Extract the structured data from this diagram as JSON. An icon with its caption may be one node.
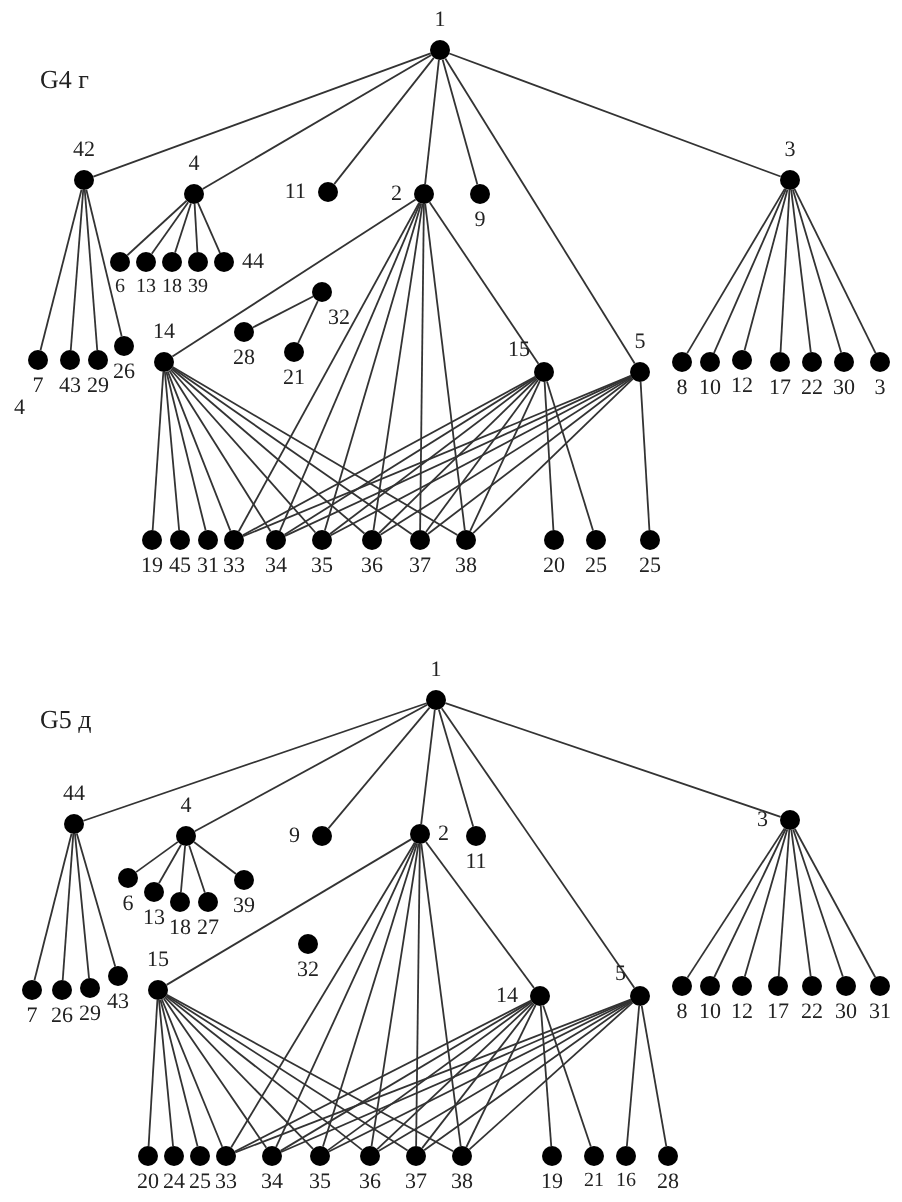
{
  "diagram": {
    "nodes": [
      {
        "text": [
          "1"
        ]
      },
      {
        "text": [
          "42"
        ]
      },
      {
        "text": [
          "4"
        ]
      },
      {
        "text": [
          "11"
        ]
      },
      {
        "text": [
          "2"
        ]
      },
      {
        "text": [
          "9"
        ]
      },
      {
        "text": [
          "3"
        ]
      },
      {
        "text": [
          "6"
        ]
      },
      {
        "text": [
          "13"
        ]
      },
      {
        "text": [
          "18"
        ]
      },
      {
        "text": [
          "39"
        ]
      },
      {
        "text": [
          "44"
        ]
      },
      {
        "text": [
          "7"
        ]
      },
      {
        "text": [
          "43"
        ]
      },
      {
        "text": [
          "29"
        ]
      },
      {
        "text": [
          "26"
        ]
      },
      {
        "text": [
          "32"
        ]
      },
      {
        "text": [
          "28"
        ]
      },
      {
        "text": [
          "21"
        ]
      },
      {
        "text": [
          "14"
        ]
      },
      {
        "text": [
          "15"
        ]
      },
      {
        "text": [
          "5"
        ]
      },
      {
        "text": [
          "8"
        ]
      },
      {
        "text": [
          "10"
        ]
      },
      {
        "text": [
          "12"
        ]
      },
      {
        "text": [
          "17"
        ]
      },
      {
        "text": [
          "22"
        ]
      },
      {
        "text": [
          "30"
        ]
      },
      {
        "text": [
          "3"
        ]
      },
      {
        "text": [
          "19"
        ]
      },
      {
        "text": [
          "45"
        ]
      },
      {
        "text": [
          "31"
        ]
      },
      {
        "text": [
          "33"
        ]
      },
      {
        "text": [
          "34"
        ]
      },
      {
        "text": [
          "35"
        ]
      },
      {
        "text": [
          "36"
        ]
      },
      {
        "text": [
          "37"
        ]
      },
      {
        "text": [
          "38"
        ]
      },
      {
        "text": [
          "20"
        ]
      },
      {
        "text": [
          "25"
        ]
      },
      {
        "text": [
          "25"
        ]
      },
      {
        "text": [
          "1"
        ]
      },
      {
        "text": [
          "44"
        ]
      },
      {
        "text": [
          "4"
        ]
      },
      {
        "text": [
          "9"
        ]
      },
      {
        "text": [
          "2"
        ]
      },
      {
        "text": [
          "11"
        ]
      },
      {
        "text": [
          "3"
        ]
      },
      {
        "text": [
          "6"
        ]
      },
      {
        "text": [
          "13"
        ]
      },
      {
        "text": [
          "18"
        ]
      },
      {
        "text": [
          "27"
        ]
      },
      {
        "text": [
          "39"
        ]
      },
      {
        "text": [
          "7"
        ]
      },
      {
        "text": [
          "26"
        ]
      },
      {
        "text": [
          "29"
        ]
      },
      {
        "text": [
          "43"
        ]
      },
      {
        "text": [
          "32"
        ]
      },
      {
        "text": [
          "15"
        ]
      },
      {
        "text": [
          "14"
        ]
      },
      {
        "text": [
          "5"
        ]
      },
      {
        "text": [
          "8"
        ]
      },
      {
        "text": [
          "10"
        ]
      },
      {
        "text": [
          "12"
        ]
      },
      {
        "text": [
          "17"
        ]
      },
      {
        "text": [
          "22"
        ]
      },
      {
        "text": [
          "30"
        ]
      },
      {
        "text": [
          "31"
        ]
      },
      {
        "text": [
          "20"
        ]
      },
      {
        "text": [
          "24"
        ]
      },
      {
        "text": [
          "25"
        ]
      },
      {
        "text": [
          "33"
        ]
      },
      {
        "text": [
          "34"
        ]
      },
      {
        "text": [
          "35"
        ]
      },
      {
        "text": [
          "36"
        ]
      },
      {
        "text": [
          "37"
        ]
      },
      {
        "text": [
          "38"
        ]
      },
      {
        "text": [
          "19"
        ]
      },
      {
        "text": [
          "21"
        ]
      },
      {
        "text": [
          "16"
        ]
      },
      {
        "text": [
          "28"
        ]
      }
    ],
    "edges": [
      {
        "from": 0,
        "to": 1,
        "arrow": "none"
      },
      {
        "from": 0,
        "to": 2,
        "arrow": "none"
      },
      {
        "from": 0,
        "to": 3,
        "arrow": "none"
      },
      {
        "from": 0,
        "to": 4,
        "arrow": "none"
      },
      {
        "from": 0,
        "to": 5,
        "arrow": "none"
      },
      {
        "from": 0,
        "to": 21,
        "arrow": "none"
      },
      {
        "from": 0,
        "to": 6,
        "arrow": "none"
      },
      {
        "from": 2,
        "to": 7,
        "arrow": "none"
      },
      {
        "from": 2,
        "to": 8,
        "arrow": "none"
      },
      {
        "from": 2,
        "to": 9,
        "arrow": "none"
      },
      {
        "from": 2,
        "to": 10,
        "arrow": "none"
      },
      {
        "from": 2,
        "to": 11,
        "arrow": "none"
      },
      {
        "from": 1,
        "to": 12,
        "arrow": "none"
      },
      {
        "from": 1,
        "to": 13,
        "arrow": "none"
      },
      {
        "from": 1,
        "to": 14,
        "arrow": "none"
      },
      {
        "from": 1,
        "to": 15,
        "arrow": "none"
      },
      {
        "from": 16,
        "to": 17,
        "arrow": "none"
      },
      {
        "from": 16,
        "to": 18,
        "arrow": "none"
      },
      {
        "from": 4,
        "to": 19,
        "arrow": "none"
      },
      {
        "from": 4,
        "to": 20,
        "arrow": "none"
      },
      {
        "from": 4,
        "to": 32,
        "arrow": "none"
      },
      {
        "from": 4,
        "to": 33,
        "arrow": "none"
      },
      {
        "from": 4,
        "to": 34,
        "arrow": "none"
      },
      {
        "from": 4,
        "to": 35,
        "arrow": "none"
      },
      {
        "from": 4,
        "to": 36,
        "arrow": "none"
      },
      {
        "from": 4,
        "to": 37,
        "arrow": "none"
      },
      {
        "from": 19,
        "to": 29,
        "arrow": "none"
      },
      {
        "from": 19,
        "to": 30,
        "arrow": "none"
      },
      {
        "from": 19,
        "to": 31,
        "arrow": "none"
      },
      {
        "from": 19,
        "to": 32,
        "arrow": "none"
      },
      {
        "from": 19,
        "to": 33,
        "arrow": "none"
      },
      {
        "from": 19,
        "to": 34,
        "arrow": "none"
      },
      {
        "from": 19,
        "to": 35,
        "arrow": "none"
      },
      {
        "from": 19,
        "to": 36,
        "arrow": "none"
      },
      {
        "from": 19,
        "to": 37,
        "arrow": "none"
      },
      {
        "from": 20,
        "to": 32,
        "arrow": "none"
      },
      {
        "from": 20,
        "to": 33,
        "arrow": "none"
      },
      {
        "from": 20,
        "to": 34,
        "arrow": "none"
      },
      {
        "from": 20,
        "to": 35,
        "arrow": "none"
      },
      {
        "from": 20,
        "to": 36,
        "arrow": "none"
      },
      {
        "from": 20,
        "to": 37,
        "arrow": "none"
      },
      {
        "from": 20,
        "to": 38,
        "arrow": "none"
      },
      {
        "from": 20,
        "to": 39,
        "arrow": "none"
      },
      {
        "from": 21,
        "to": 32,
        "arrow": "none"
      },
      {
        "from": 21,
        "to": 33,
        "arrow": "none"
      },
      {
        "from": 21,
        "to": 34,
        "arrow": "none"
      },
      {
        "from": 21,
        "to": 35,
        "arrow": "none"
      },
      {
        "from": 21,
        "to": 36,
        "arrow": "none"
      },
      {
        "from": 21,
        "to": 37,
        "arrow": "none"
      },
      {
        "from": 21,
        "to": 40,
        "arrow": "none"
      },
      {
        "from": 6,
        "to": 22,
        "arrow": "none"
      },
      {
        "from": 6,
        "to": 23,
        "arrow": "none"
      },
      {
        "from": 6,
        "to": 24,
        "arrow": "none"
      },
      {
        "from": 6,
        "to": 25,
        "arrow": "none"
      },
      {
        "from": 6,
        "to": 26,
        "arrow": "none"
      },
      {
        "from": 6,
        "to": 27,
        "arrow": "none"
      },
      {
        "from": 6,
        "to": 28,
        "arrow": "none"
      },
      {
        "from": 41,
        "to": 42,
        "arrow": "none"
      },
      {
        "from": 41,
        "to": 43,
        "arrow": "none"
      },
      {
        "from": 41,
        "to": 44,
        "arrow": "none"
      },
      {
        "from": 41,
        "to": 45,
        "arrow": "none"
      },
      {
        "from": 41,
        "to": 46,
        "arrow": "none"
      },
      {
        "from": 41,
        "to": 60,
        "arrow": "none"
      },
      {
        "from": 41,
        "to": 47,
        "arrow": "none"
      },
      {
        "from": 43,
        "to": 48,
        "arrow": "none"
      },
      {
        "from": 43,
        "to": 49,
        "arrow": "none"
      },
      {
        "from": 43,
        "to": 50,
        "arrow": "none"
      },
      {
        "from": 43,
        "to": 51,
        "arrow": "none"
      },
      {
        "from": 43,
        "to": 52,
        "arrow": "none"
      },
      {
        "from": 42,
        "to": 53,
        "arrow": "none"
      },
      {
        "from": 42,
        "to": 54,
        "arrow": "none"
      },
      {
        "from": 42,
        "to": 55,
        "arrow": "none"
      },
      {
        "from": 42,
        "to": 56,
        "arrow": "none"
      },
      {
        "from": 45,
        "to": 58,
        "arrow": "none"
      },
      {
        "from": 45,
        "to": 59,
        "arrow": "none"
      },
      {
        "from": 45,
        "to": 71,
        "arrow": "none"
      },
      {
        "from": 45,
        "to": 72,
        "arrow": "none"
      },
      {
        "from": 45,
        "to": 73,
        "arrow": "none"
      },
      {
        "from": 45,
        "to": 74,
        "arrow": "none"
      },
      {
        "from": 45,
        "to": 75,
        "arrow": "none"
      },
      {
        "from": 45,
        "to": 76,
        "arrow": "none"
      },
      {
        "from": 58,
        "to": 68,
        "arrow": "none"
      },
      {
        "from": 58,
        "to": 69,
        "arrow": "none"
      },
      {
        "from": 58,
        "to": 70,
        "arrow": "none"
      },
      {
        "from": 58,
        "to": 71,
        "arrow": "none"
      },
      {
        "from": 58,
        "to": 72,
        "arrow": "none"
      },
      {
        "from": 58,
        "to": 73,
        "arrow": "none"
      },
      {
        "from": 58,
        "to": 74,
        "arrow": "none"
      },
      {
        "from": 58,
        "to": 75,
        "arrow": "none"
      },
      {
        "from": 58,
        "to": 76,
        "arrow": "none"
      },
      {
        "from": 59,
        "to": 71,
        "arrow": "none"
      },
      {
        "from": 59,
        "to": 72,
        "arrow": "none"
      },
      {
        "from": 59,
        "to": 73,
        "arrow": "none"
      },
      {
        "from": 59,
        "to": 74,
        "arrow": "none"
      },
      {
        "from": 59,
        "to": 75,
        "arrow": "none"
      },
      {
        "from": 59,
        "to": 76,
        "arrow": "none"
      },
      {
        "from": 59,
        "to": 77,
        "arrow": "none"
      },
      {
        "from": 59,
        "to": 78,
        "arrow": "none"
      },
      {
        "from": 60,
        "to": 71,
        "arrow": "none"
      },
      {
        "from": 60,
        "to": 72,
        "arrow": "none"
      },
      {
        "from": 60,
        "to": 73,
        "arrow": "none"
      },
      {
        "from": 60,
        "to": 74,
        "arrow": "none"
      },
      {
        "from": 60,
        "to": 75,
        "arrow": "none"
      },
      {
        "from": 60,
        "to": 76,
        "arrow": "none"
      },
      {
        "from": 60,
        "to": 79,
        "arrow": "none"
      },
      {
        "from": 60,
        "to": 80,
        "arrow": "none"
      },
      {
        "from": 47,
        "to": 61,
        "arrow": "none"
      },
      {
        "from": 47,
        "to": 62,
        "arrow": "none"
      },
      {
        "from": 47,
        "to": 63,
        "arrow": "none"
      },
      {
        "from": 47,
        "to": 64,
        "arrow": "none"
      },
      {
        "from": 47,
        "to": 65,
        "arrow": "none"
      },
      {
        "from": 47,
        "to": 66,
        "arrow": "none"
      },
      {
        "from": 47,
        "to": 67,
        "arrow": "none"
      }
    ],
    "labels": [
      "G4 г",
      "4",
      "G5 д"
    ]
  }
}
